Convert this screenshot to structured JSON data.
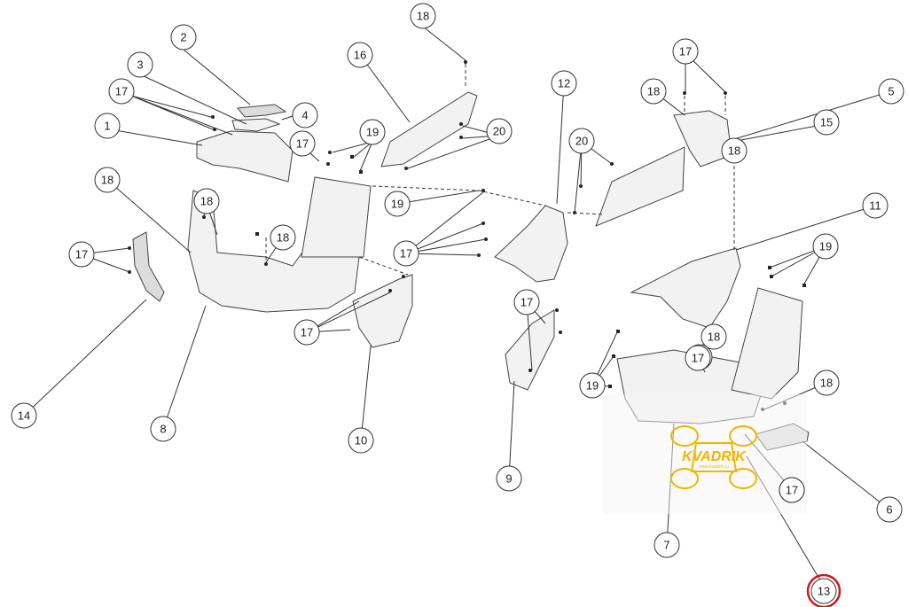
{
  "callouts": [
    "18",
    "2",
    "3",
    "16",
    "12",
    "17",
    "18",
    "5",
    "17",
    "4",
    "1",
    "17",
    "19",
    "20",
    "20",
    "15",
    "18",
    "18",
    "19",
    "18",
    "18",
    "17",
    "11",
    "17",
    "19",
    "17",
    "17",
    "17",
    "18",
    "17",
    "19",
    "17",
    "18",
    "14",
    "8",
    "10",
    "9",
    "17",
    "6",
    "7",
    "13"
  ],
  "watermark": {
    "brand": "KVADRIK",
    "tagline": "www.kvadrik.ru"
  },
  "highlighted_label": "13",
  "colors": {
    "highlight": "#d01818",
    "watermark": "#f4b400",
    "line": "#333333"
  }
}
